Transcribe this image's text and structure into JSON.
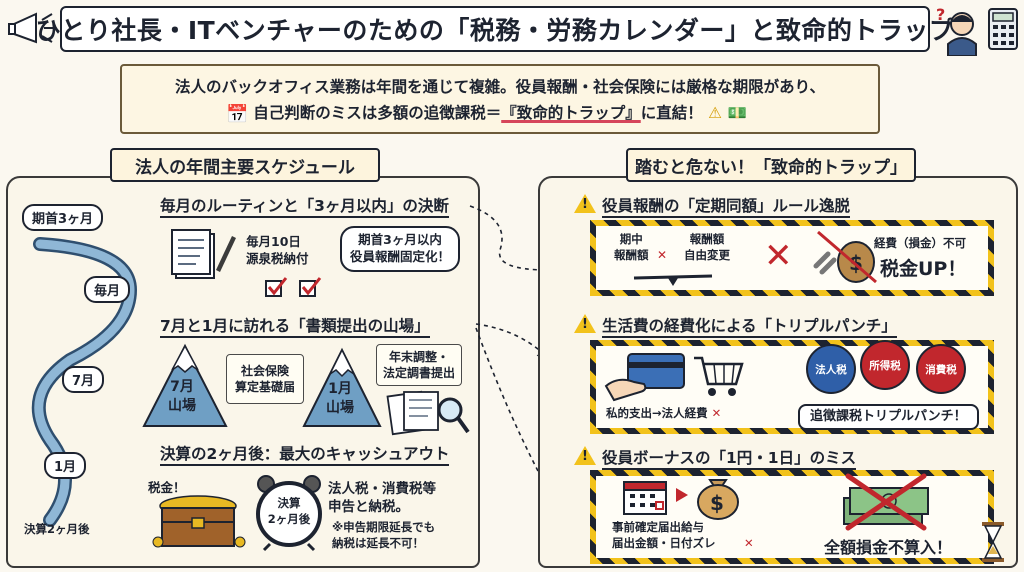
{
  "title": "ひとり社長・ITベンチャーのための「税務・労務カレンダー」と致命的トラップ",
  "intro": {
    "line1": "法人のバックオフィス業務は年間を通じて複雑。役員報酬・社会保険には厳格な期限があり、",
    "line2_pre": "自己判断のミスは多額の追徴課税＝",
    "line2_hl": "『致命的トラップ』",
    "line2_post": "に直結！"
  },
  "left": {
    "ribbon": "法人の年間主要スケジュール",
    "timeline": {
      "t0": "期首3ヶ月",
      "t1": "毎月",
      "t2": "7月",
      "t3": "1月",
      "t4": "決算2ヶ月後"
    },
    "sec1": {
      "heading": "毎月のルーティンと「3ヶ月以内」の決断",
      "item": "毎月10日\n源泉税納付",
      "bubble": "期首3ヶ月以内\n役員報酬固定化！"
    },
    "sec2": {
      "heading": "7月と1月に訪れる「書類提出の山場」",
      "m1": "7月\n山場",
      "doc1": "社会保険\n算定基礎届",
      "m2": "1月\n山場",
      "doc2": "年末調整・\n法定調書提出"
    },
    "sec3": {
      "heading": "決算の2ヶ月後：最大のキャッシュアウト",
      "chest": "税金！",
      "clock": "決算\n2ヶ月後",
      "text": "法人税・消費税等\n申告と納税。",
      "note": "※申告期限延長でも\n納税は延長不可！"
    }
  },
  "right": {
    "ribbon": "踏むと危ない！「致命的トラップ」",
    "trap1": {
      "heading": "役員報酬の「定期同額」ルール逸脱",
      "a": "期中\n報酬額",
      "b": "報酬額\n自由変更",
      "c": "経費（損金）不可",
      "d": "税金UP！"
    },
    "trap2": {
      "heading": "生活費の経費化による「トリプルパンチ」",
      "caption": "私的支出→法人経費",
      "g1": "法人税",
      "g2": "所得税",
      "g3": "消費税",
      "banner": "追徴課税トリプルパンチ！"
    },
    "trap3": {
      "heading": "役員ボーナスの「1円・1日」のミス",
      "caption": "事前確定届出給与\n届出金額・日付ズレ",
      "result": "全額損金不算入！"
    }
  },
  "colors": {
    "accent_red": "#c1272d",
    "hazard_yellow": "#f2c21b",
    "timeline_blue": "#5b8fb9"
  }
}
